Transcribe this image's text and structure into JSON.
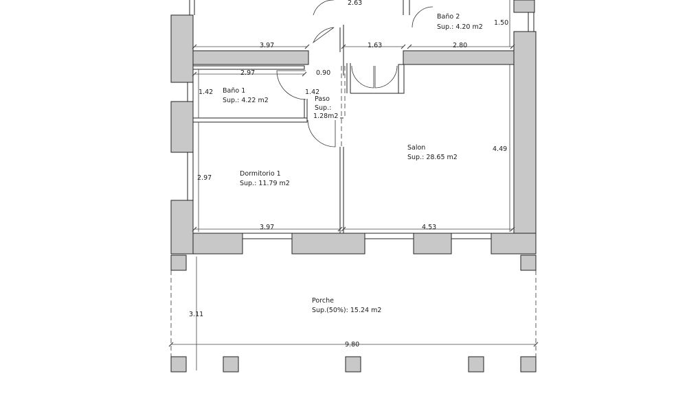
{
  "rooms": {
    "bano2": {
      "name": "Baño 2",
      "area": "Sup.: 4.20 m2"
    },
    "bano1": {
      "name": "Baño 1",
      "area": "Sup.: 4.22 m2"
    },
    "paso": {
      "name": "Paso",
      "area_label": "Sup.:",
      "area_value": "1.28m2"
    },
    "dormitorio1": {
      "name": "Dormitorio 1",
      "area": "Sup.: 11.79 m2"
    },
    "salon": {
      "name": "Salon",
      "area": "Sup.: 28.65 m2"
    },
    "porche": {
      "name": "Porche",
      "area": "Sup.(50%): 15.24 m2"
    }
  },
  "dimensions": {
    "top_left_width": "3.97",
    "door_span_top": "2.63",
    "passage_width": "1.63",
    "bano2_width": "2.80",
    "bano2_depth": "1.50",
    "bano1_width": "2.97",
    "passage_gap": "0.90",
    "bano1_height": "1.42",
    "paso_height": "1.42",
    "salon_height": "4.49",
    "dormitorio_height": "2.97",
    "dormitorio_width": "3.97",
    "salon_width": "4.53",
    "porch_depth": "3.11",
    "total_width": "9.80"
  }
}
